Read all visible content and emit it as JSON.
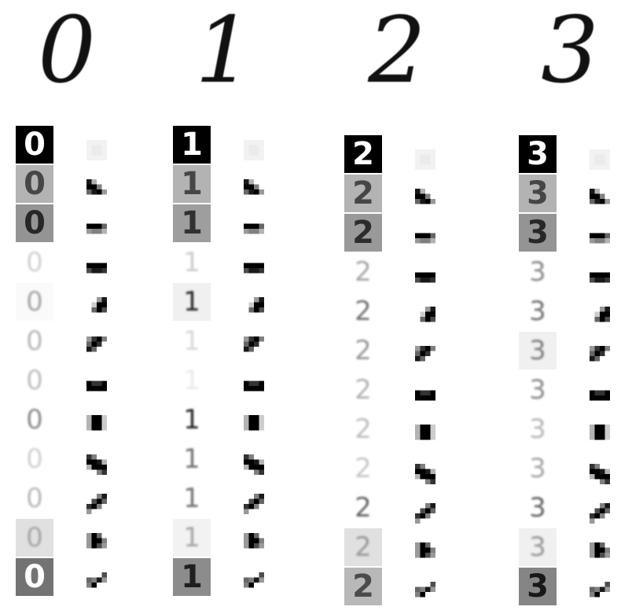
{
  "digits": [
    "0",
    "1",
    "2",
    "3"
  ],
  "colors": {
    "background": "#ffffff",
    "ink": "#111111"
  },
  "activation_rows": 12,
  "filter_rows": 12
}
